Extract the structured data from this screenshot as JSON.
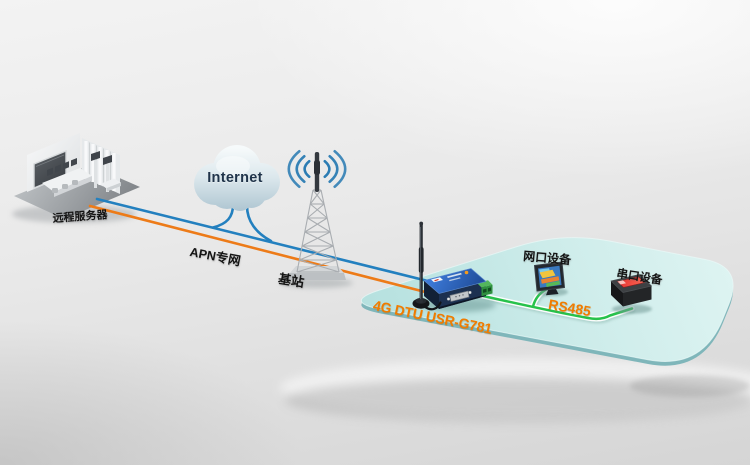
{
  "title": "4G DTU USR-G781 networking diagram",
  "labels": {
    "internet": "Internet",
    "remote_server": "远程服务器",
    "apn": "APN专网",
    "base_station": "基站",
    "dtu": "4G DTU USR-G781",
    "rs485": "RS485",
    "lan_device": "网口设备",
    "serial_device": "串口设备"
  },
  "colors": {
    "internet_line_blue": "#2380bf",
    "apn_line_orange": "#ed7b18",
    "rs485_line_green": "#27c24b",
    "label_orange": "#f07c00",
    "label_dark": "#141414",
    "platform_top": "#cdecea",
    "platform_edge": "#7fb6ba",
    "cloud_fill": "#c4d5de"
  },
  "diagram": {
    "nodes": [
      {
        "id": "remote-server",
        "label": "远程服务器",
        "type": "server-room"
      },
      {
        "id": "internet",
        "label": "Internet",
        "type": "cloud"
      },
      {
        "id": "base-station",
        "label": "基站",
        "type": "cell-tower"
      },
      {
        "id": "dtu",
        "label": "4G DTU USR-G781",
        "type": "4g-dtu-with-antenna"
      },
      {
        "id": "lan-device",
        "label": "网口设备",
        "type": "ethernet-display-device"
      },
      {
        "id": "serial-device",
        "label": "串口设备",
        "type": "serial-port-device"
      }
    ],
    "links": [
      {
        "from": "remote-server",
        "to": "dtu",
        "via": "internet",
        "color": "#2380bf",
        "label": ""
      },
      {
        "from": "remote-server",
        "to": "dtu",
        "via": "base-station",
        "color": "#ed7b18",
        "label": "APN专网"
      },
      {
        "from": "dtu",
        "to": "lan-device",
        "color": "#27c24b",
        "label": ""
      },
      {
        "from": "dtu",
        "to": "serial-device",
        "color": "#27c24b",
        "label": "RS485"
      }
    ]
  }
}
